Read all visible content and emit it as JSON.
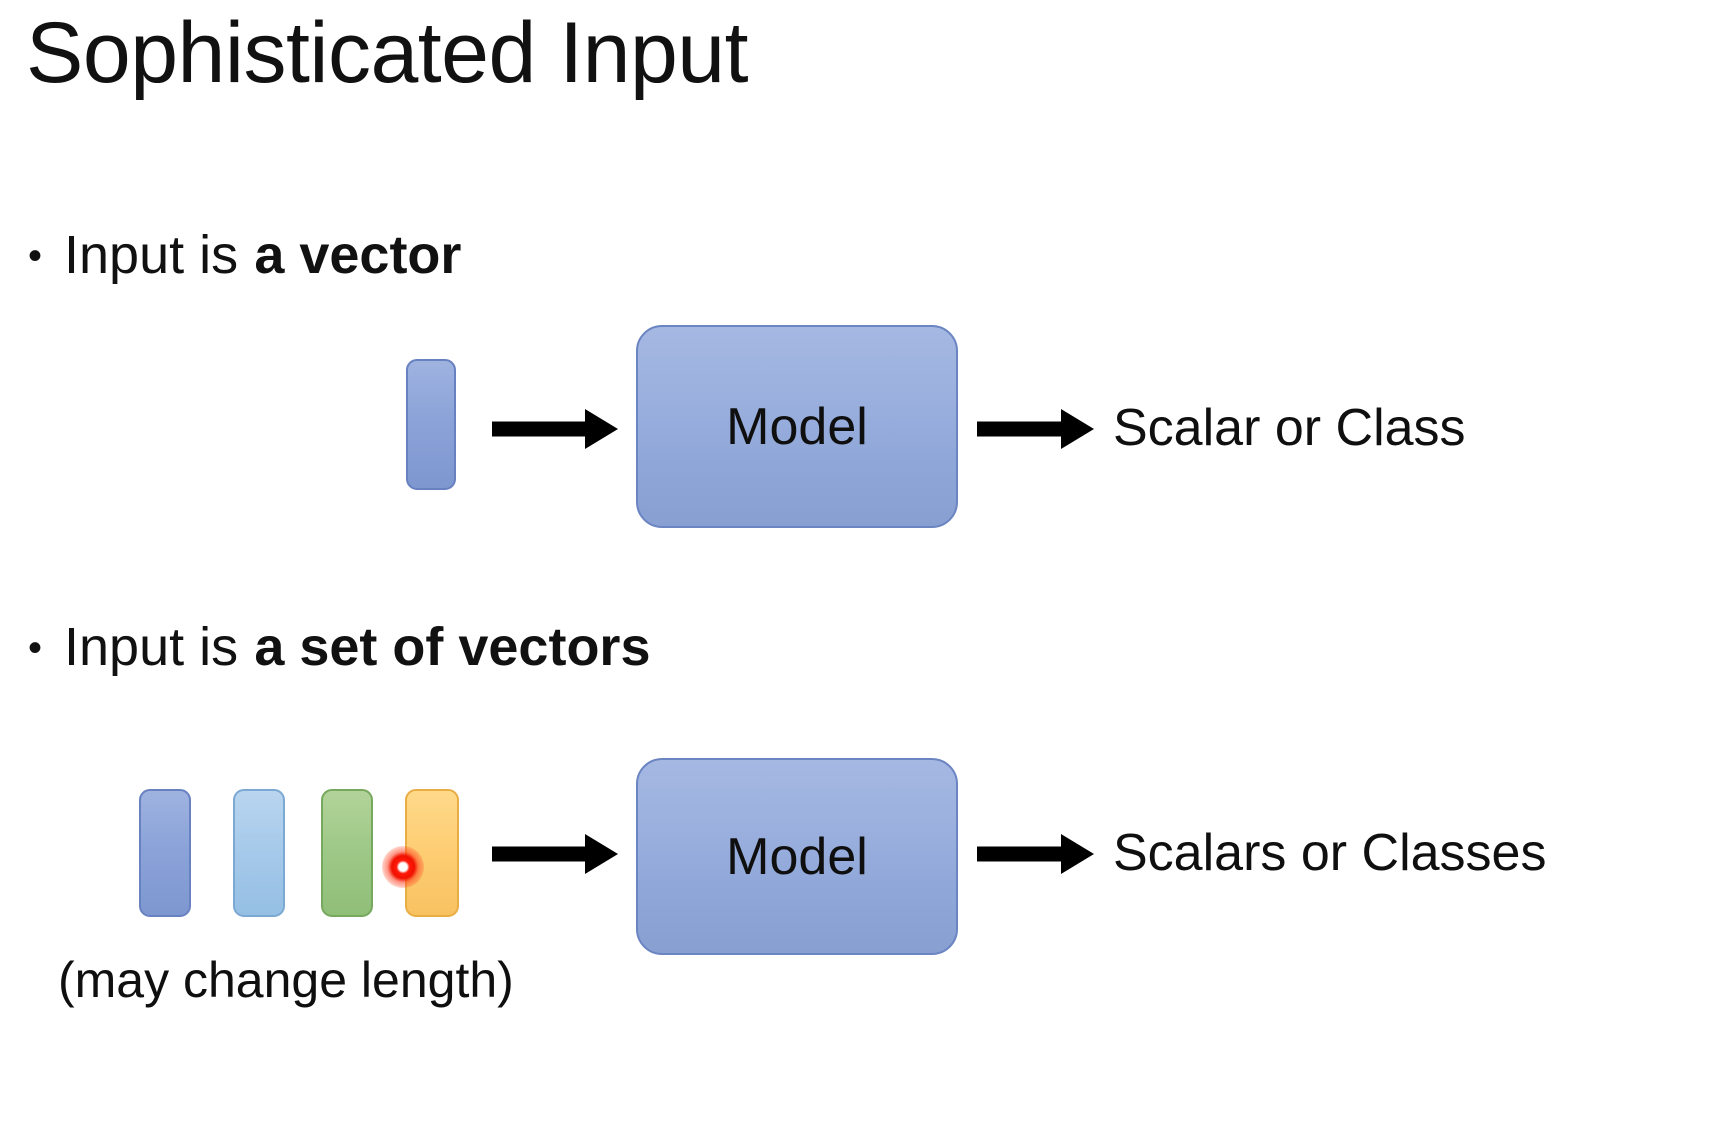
{
  "slide": {
    "title": "Sophisticated Input",
    "background_color": "#ffffff",
    "text_color": "#111111"
  },
  "bullets": [
    {
      "marker": "•",
      "normal_text": "Input is",
      "bold_text": "a vector"
    },
    {
      "marker": "•",
      "normal_text": "Input is",
      "bold_text": "a set of vectors"
    }
  ],
  "diagrams": [
    {
      "id": "single-vector-diagram",
      "input": {
        "kind": "single-vector",
        "bars": [
          {
            "label": "vector-1",
            "color": "#8ba3d8"
          }
        ]
      },
      "model_label": "Model",
      "output_label": "Scalar or Class",
      "model_fill": "#9bb0de",
      "model_border": "#6b84c2"
    },
    {
      "id": "vector-set-diagram",
      "input": {
        "kind": "set-of-vectors",
        "bars": [
          {
            "label": "vector-1",
            "color": "#8ba3d8"
          },
          {
            "label": "vector-2",
            "color": "#a5c9ea"
          },
          {
            "label": "vector-3",
            "color": "#9dc886"
          },
          {
            "label": "vector-4",
            "color": "#fdcd72"
          }
        ],
        "caption": "(may change length)"
      },
      "model_label": "Model",
      "output_label": "Scalars or Classes",
      "model_fill": "#9bb0de",
      "model_border": "#6b84c2"
    }
  ],
  "annotations": {
    "laser_pointer": {
      "name": "laser-pointer-dot",
      "color": "#f01000",
      "core_color": "#ffffff"
    }
  },
  "icons": {
    "arrow_right": "arrow-right-icon",
    "bullet": "bullet-dot-icon"
  }
}
